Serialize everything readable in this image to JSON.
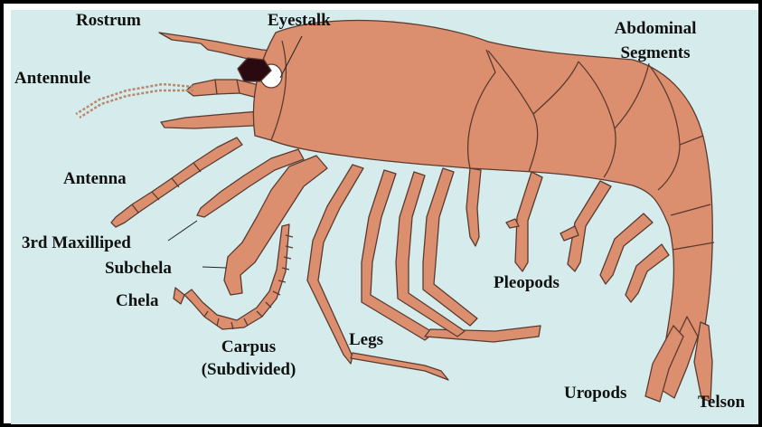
{
  "colors": {
    "background": "#d6ecec",
    "body_fill": "#dc8f6e",
    "outline": "#5a3a30",
    "eye": "#2a0a10",
    "label_text": "#111111"
  },
  "labels": {
    "rostrum": "Rostrum",
    "eyestalk": "Eyestalk",
    "abdominal_line1": "Abdominal",
    "abdominal_line2": "Segments",
    "antennule": "Antennule",
    "antenna": "Antenna",
    "maxilliped": "3rd Maxilliped",
    "subchela": "Subchela",
    "chela": "Chela",
    "carpus_line1": "Carpus",
    "carpus_line2": "(Subdivided)",
    "legs": "Legs",
    "pleopods": "Pleopods",
    "uropods": "Uropods",
    "telson": "Telson"
  }
}
